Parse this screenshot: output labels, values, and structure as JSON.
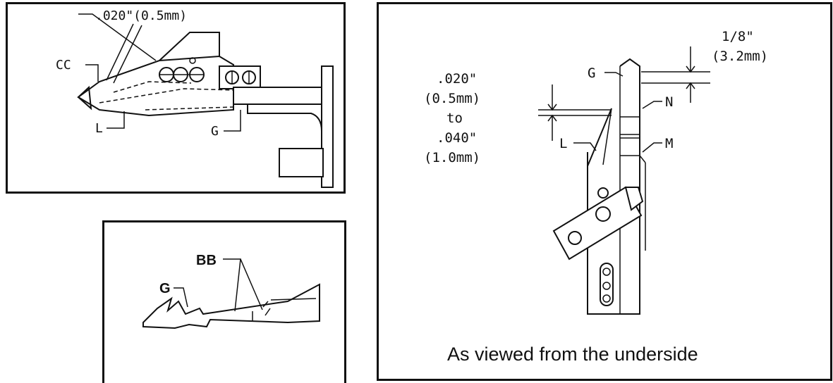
{
  "panel_top_left": {
    "dimension_label": ".020\"(0.5mm)",
    "labels": {
      "cc": "CC",
      "l": "L",
      "g": "G"
    }
  },
  "panel_bottom_left": {
    "labels": {
      "bb": "BB",
      "g": "G"
    }
  },
  "panel_right": {
    "dim_top_1": "1/8\"",
    "dim_top_2": "(3.2mm)",
    "dim_gap_1": ".020\"",
    "dim_gap_2": "(0.5mm)",
    "dim_gap_3": "to",
    "dim_gap_4": ".040\"",
    "dim_gap_5": "(1.0mm)",
    "labels": {
      "g": "G",
      "n": "N",
      "l": "L",
      "m": "M"
    },
    "caption": "As viewed from the underside"
  }
}
